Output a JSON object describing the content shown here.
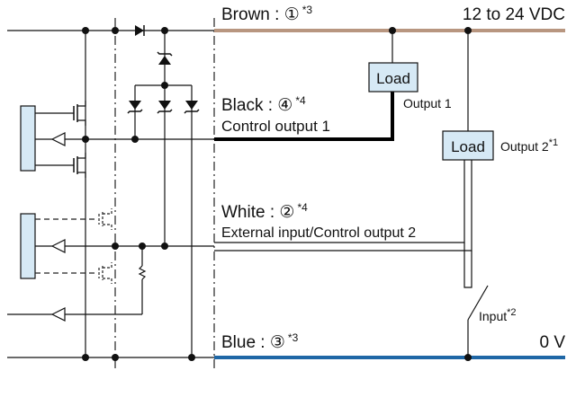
{
  "wires": {
    "brown": {
      "name": "Brown",
      "pin": "①",
      "note": "*3",
      "color": "#B89680"
    },
    "black": {
      "name": "Black",
      "pin": "④",
      "note": "*4",
      "function": "Control output 1",
      "color": "#000000"
    },
    "white": {
      "name": "White",
      "pin": "②",
      "note": "*4",
      "function": "External input/Control output 2",
      "color": "#ffffff"
    },
    "blue": {
      "name": "Blue",
      "pin": "③",
      "note": "*3",
      "color": "#1F67A6"
    }
  },
  "supply": {
    "positive_label": "12 to 24 VDC",
    "negative_label": "0 V"
  },
  "loads": [
    {
      "label": "Load",
      "output_label": "Output 1",
      "note": ""
    },
    {
      "label": "Load",
      "output_label": "Output 2",
      "note": "*1"
    }
  ],
  "input_switch": {
    "label": "Input",
    "note": "*2"
  },
  "colors": {
    "load_fill": "#D6E9F5",
    "block_fill": "#D6E9F5",
    "line": "#111111"
  },
  "text": {
    "brown_label": "Brown : ①",
    "brown_note": "*3",
    "black_label": "Black : ④",
    "black_note": "*4",
    "black_function": "Control output 1",
    "white_label": "White : ②",
    "white_note": "*4",
    "white_function": "External input/Control output 2",
    "blue_label": "Blue : ③",
    "blue_note": "*3",
    "supply_top": "12 to 24 VDC",
    "supply_bottom": "0 V",
    "load1": "Load",
    "load2": "Load",
    "output1": "Output 1",
    "output2": "Output 2",
    "output2_note": "*1",
    "input": "Input",
    "input_note": "*2"
  }
}
